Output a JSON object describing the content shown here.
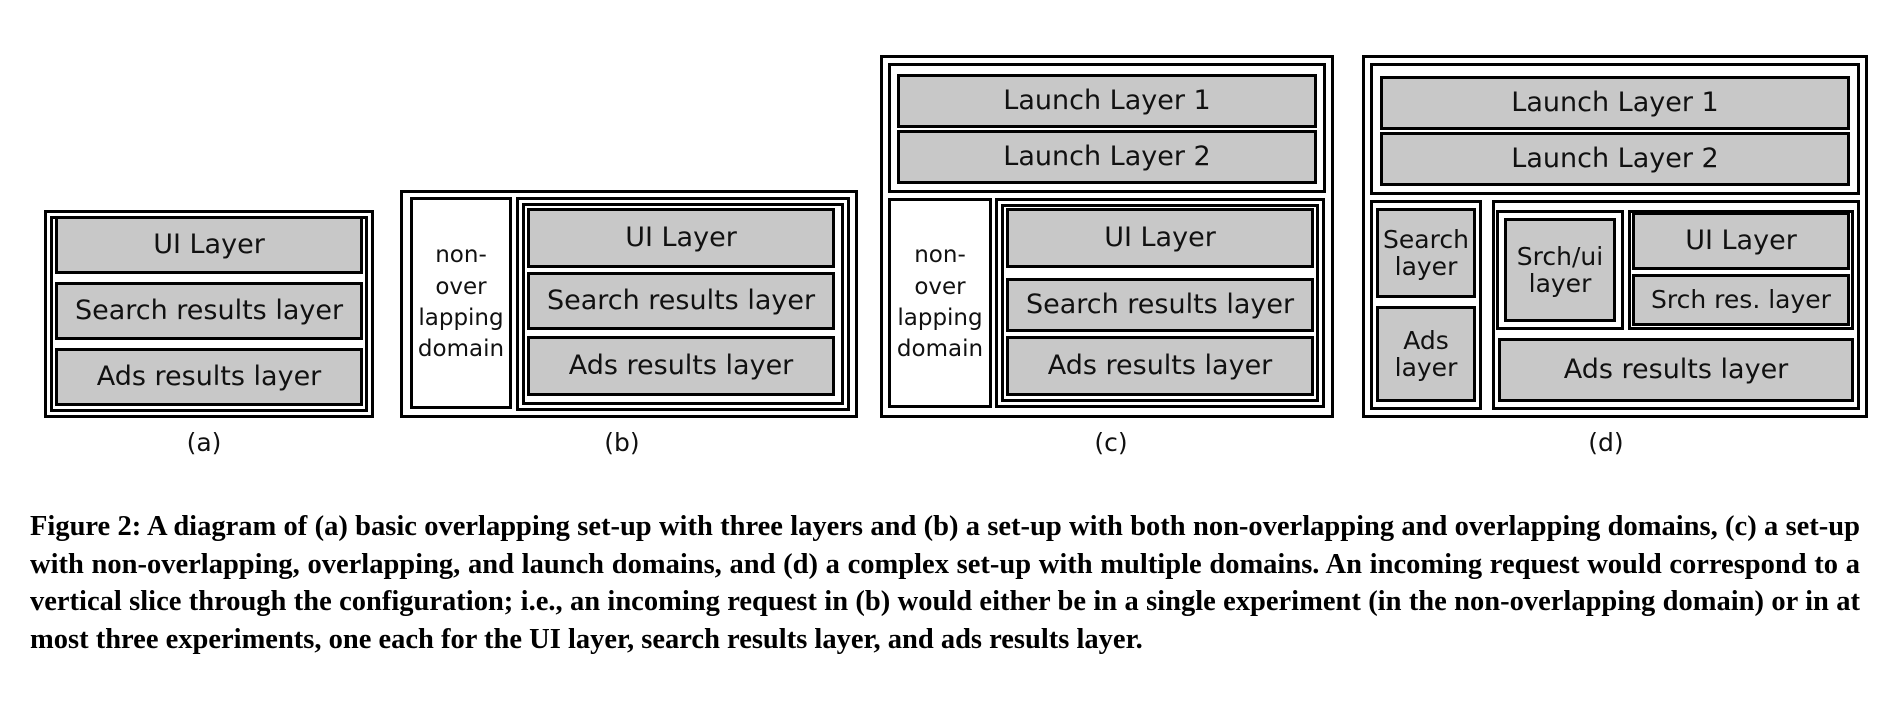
{
  "panels": {
    "a": {
      "label": "(a)",
      "ui": "UI Layer",
      "search": "Search results layer",
      "ads": "Ads results layer"
    },
    "b": {
      "label": "(b)",
      "nonoverlap": "non-\nover\nlapping\ndomain",
      "ui": "UI Layer",
      "search": "Search results layer",
      "ads": "Ads results layer"
    },
    "c": {
      "label": "(c)",
      "launch1": "Launch Layer 1",
      "launch2": "Launch Layer 2",
      "nonoverlap": "non-\nover\nlapping\ndomain",
      "ui": "UI Layer",
      "search": "Search results layer",
      "ads": "Ads results layer"
    },
    "d": {
      "label": "(d)",
      "launch1": "Launch Layer 1",
      "launch2": "Launch Layer 2",
      "search_layer": "Search\nlayer",
      "ads_layer": "Ads\nlayer",
      "srch_ui": "Srch/ui\nlayer",
      "ui": "UI Layer",
      "srch_res": "Srch res. layer",
      "ads": "Ads results layer"
    }
  },
  "caption": "Figure 2: A diagram of (a) basic overlapping set-up with three layers and (b) a set-up with both non-overlapping and overlapping domains, (c) a set-up with non-overlapping, overlapping, and launch domains, and (d) a complex set-up with multiple domains. An incoming request would correspond to a vertical slice through the configuration; i.e., an incoming request in (b) would either be in a single experiment (in the non-overlapping domain) or in at most three experiments, one each for the UI layer, search results layer, and ads results layer."
}
